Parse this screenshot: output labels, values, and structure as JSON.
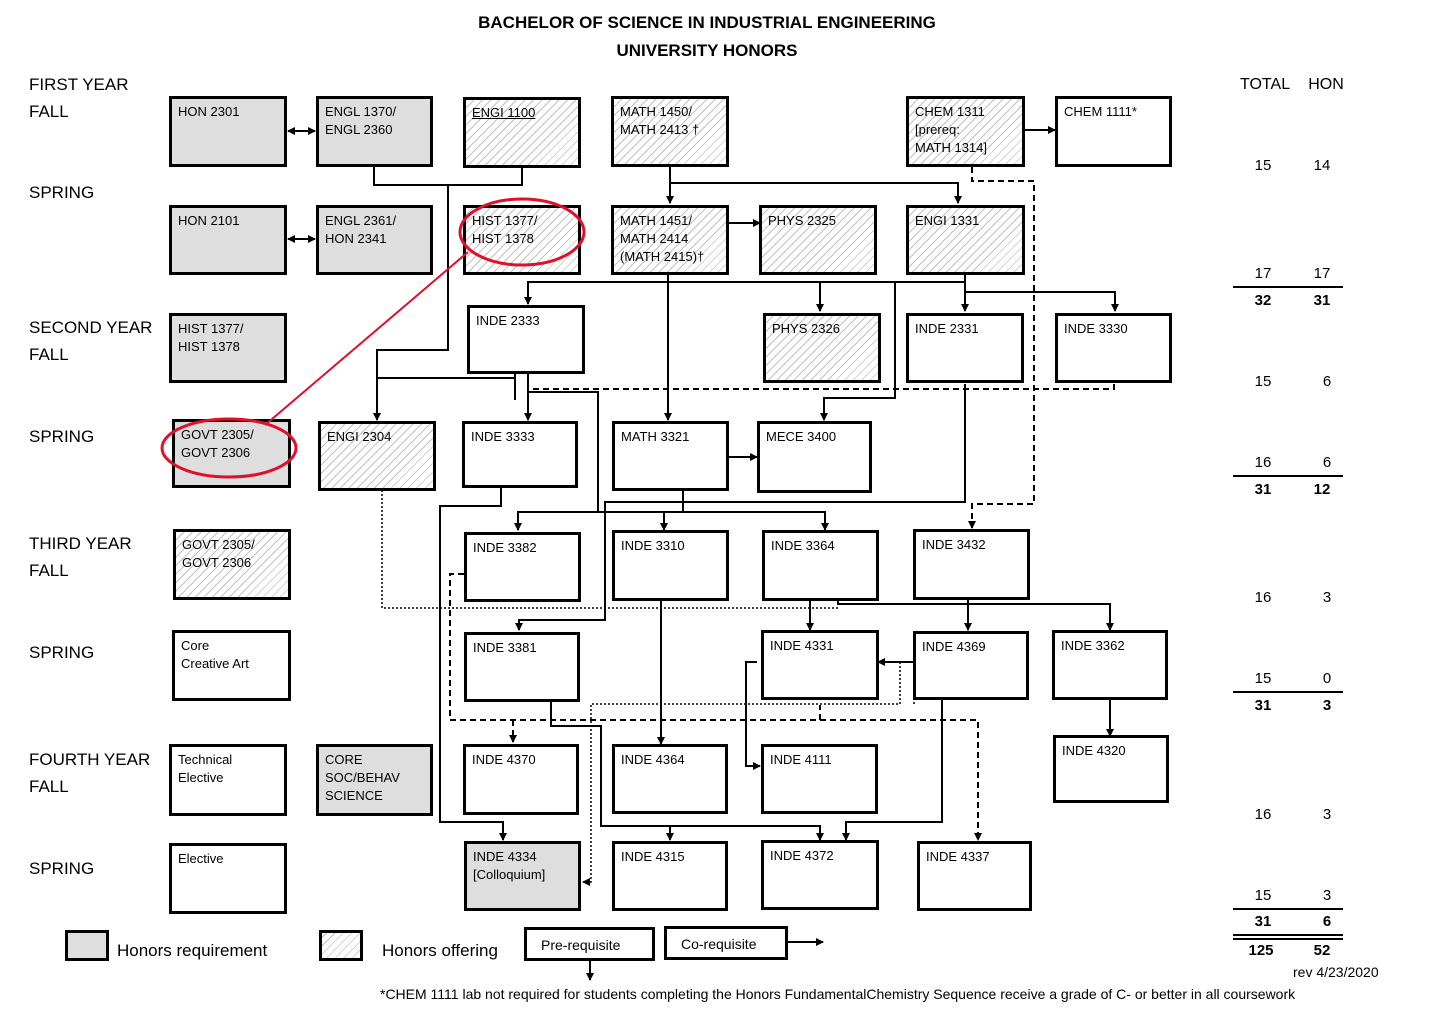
{
  "title": {
    "line1": "BACHELOR OF SCIENCE IN INDUSTRIAL ENGINEERING",
    "line2": "UNIVERSITY HONORS"
  },
  "terms": {
    "first_year_fall": {
      "line1": "FIRST YEAR",
      "line2": "FALL"
    },
    "first_spring": "SPRING",
    "second_year_fall": {
      "line1": "SECOND YEAR",
      "line2": "FALL"
    },
    "second_spring": "SPRING",
    "third_year_fall": {
      "line1": "THIRD YEAR",
      "line2": "FALL"
    },
    "third_spring": "SPRING",
    "fourth_year_fall": {
      "line1": "FOURTH YEAR",
      "line2": "FALL"
    },
    "fourth_spring": "SPRING"
  },
  "courses": {
    "hon2301": "HON 2301",
    "engl1370": "ENGL 1370/\nENGL 2360",
    "engi1100": "ENGI 1100",
    "math1450": "MATH 1450/\nMATH 2413 †",
    "chem1311": "CHEM 1311\n[prereq:\nMATH 1314]",
    "chem1111": "CHEM 1111*",
    "hon2101": "HON 2101",
    "engl2361": "ENGL 2361/\nHON 2341",
    "hist1377a": "HIST 1377/\nHIST 1378",
    "math1451": "MATH 1451/\nMATH 2414\n(MATH 2415)†",
    "phys2325": "PHYS 2325",
    "engi1331": "ENGI 1331",
    "hist1377b": "HIST 1377/\nHIST 1378",
    "inde2333": "INDE 2333",
    "phys2326": "PHYS 2326",
    "inde2331": "INDE 2331",
    "inde3330": "INDE 3330",
    "govt2305a": "GOVT 2305/\nGOVT 2306",
    "engi2304": "ENGI 2304",
    "inde3333": "INDE 3333",
    "math3321": "MATH 3321",
    "mece3400": "MECE 3400",
    "govt2305b": "GOVT 2305/\nGOVT 2306",
    "inde3382": "INDE 3382",
    "inde3310": "INDE 3310",
    "inde3364": "INDE 3364",
    "inde3432": "INDE 3432",
    "core_creative": "Core\nCreative Art",
    "inde3381": "INDE 3381",
    "inde4331": "INDE 4331",
    "inde4369": "INDE 4369",
    "inde3362": "INDE 3362",
    "tech_elective": "Technical\nElective",
    "core_soc": "CORE\nSOC/BEHAV\nSCIENCE",
    "inde4370": "INDE 4370",
    "inde4364": "INDE 4364",
    "inde4111": "INDE 4111",
    "inde4320": "INDE 4320",
    "elective": "Elective",
    "inde4334": "INDE 4334\n[Colloquium]",
    "inde4315": "INDE 4315",
    "inde4372": "INDE 4372",
    "inde4337": "INDE 4337"
  },
  "totals": {
    "header_total": "TOTAL",
    "header_hon": "HON",
    "rows": [
      {
        "total": "15",
        "hon": "14",
        "bold": false
      },
      {
        "total": "17",
        "hon": "17",
        "bold": false
      },
      {
        "total": "32",
        "hon": "31",
        "bold": true
      },
      {
        "total": "15",
        "hon": "6",
        "bold": false
      },
      {
        "total": "16",
        "hon": "6",
        "bold": false
      },
      {
        "total": "31",
        "hon": "12",
        "bold": true
      },
      {
        "total": "16",
        "hon": "3",
        "bold": false
      },
      {
        "total": "15",
        "hon": "0",
        "bold": false
      },
      {
        "total": "31",
        "hon": "3",
        "bold": true
      },
      {
        "total": "16",
        "hon": "3",
        "bold": false
      },
      {
        "total": "15",
        "hon": "3",
        "bold": false
      },
      {
        "total": "31",
        "hon": "6",
        "bold": true
      },
      {
        "total": "125",
        "hon": "52",
        "bold": true
      }
    ]
  },
  "legend": {
    "honors_requirement": "Honors requirement",
    "honors_offering": "Honors offering",
    "prerequisite": "Pre-requisite",
    "corequisite": "Co-requisite"
  },
  "revision": "rev 4/23/2020",
  "footnote": "*CHEM 1111 lab not required for students completing the Honors  FundamentalChemistry Sequence receive a grade of C- or better in all coursework",
  "colors": {
    "honors_fill": "#dedede",
    "highlight": "#e0102a",
    "line": "#000000"
  }
}
